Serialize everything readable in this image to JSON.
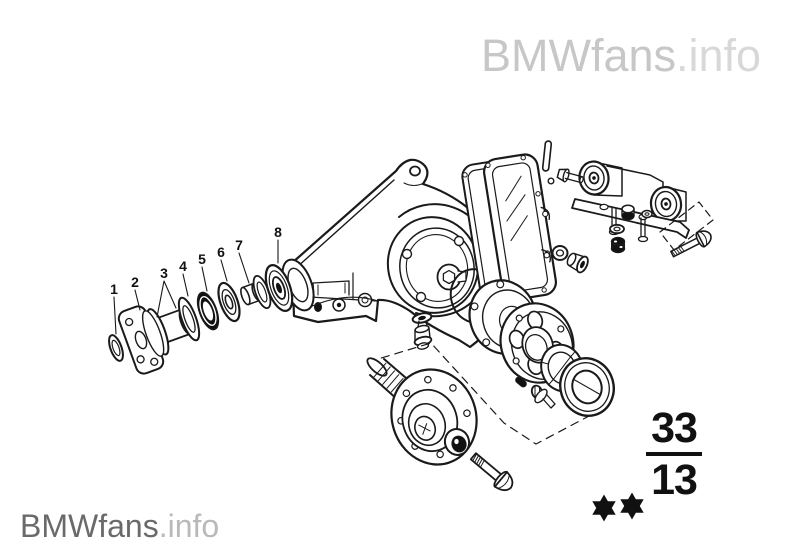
{
  "watermark": {
    "brand": "BMWfans",
    "suffix": ".info"
  },
  "footer_brand": {
    "brand": "BMWfans",
    "suffix": ".info"
  },
  "section_code": {
    "group": "33",
    "subgroup": "13"
  },
  "footnote_stars": {
    "count": 2,
    "symbol": "six-pointed-star"
  },
  "diagram": {
    "description_labels": [],
    "part_labels": [
      "1",
      "2",
      "3",
      "4",
      "5",
      "6",
      "7",
      "8"
    ]
  },
  "colors": {
    "background": "#ffffff",
    "line": "#1a1a1a",
    "watermark_brand": "#c7c7c7",
    "watermark_suffix": "#d8d8d8",
    "footer_brand": "#6a6a6a",
    "footer_suffix": "#b9b9b9",
    "section": "#111111"
  }
}
